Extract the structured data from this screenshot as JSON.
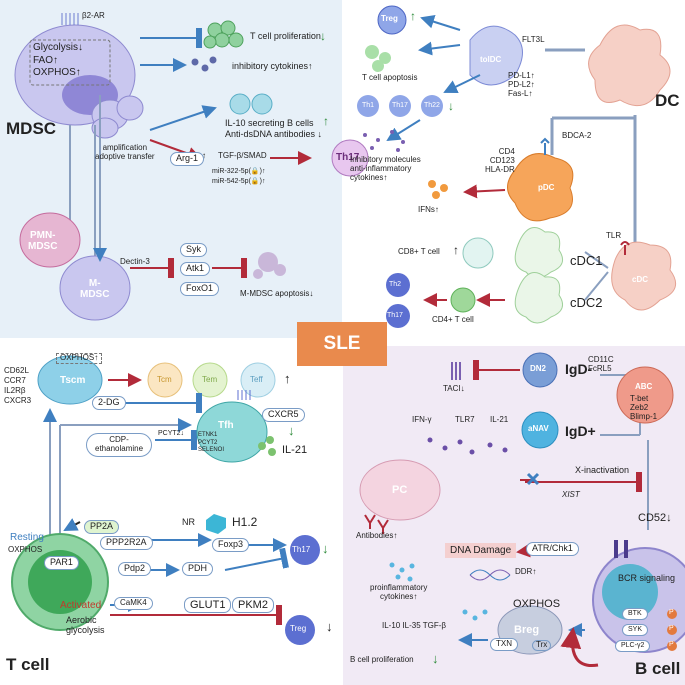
{
  "center": {
    "label": "SLE"
  },
  "mdsc": {
    "title": "MDSC",
    "receptor": "β2-AR",
    "metabolism": [
      "Glycolysis↓",
      "FAO↑",
      "OXPHOS↑"
    ],
    "t_prolif": "T cell proliferation",
    "inhib_cyto": "inhibitory cytokines↑",
    "amplification": "amplification\nadoptive transfer",
    "il10_bcells": "IL-10 secreting B cells",
    "anti_dsdna": "Anti-dsDNA antibodies ↓",
    "arg1": "Arg-1",
    "arg1_up": "↑",
    "tgf": "TGF-β/SMAD",
    "mir322": "miR-322-5p(🔒)↑",
    "mir542": "miR-542-5p(🔒)↑",
    "th17": "Th17",
    "pmn": "PMN-\nMDSC",
    "m": "M-\nMDSC",
    "dectin": "Dectin-3",
    "syk": "Syk",
    "atk1": "Atk1",
    "foxo1": "FoxO1",
    "apoptosis": "M-MDSC apoptosis↓"
  },
  "dc": {
    "title": "DC",
    "treg": "Treg",
    "toldc": "tolDC",
    "flt3l": "FLT3L",
    "pd": "PD-L1↑\nPD-L2↑\nFas-L↑",
    "tapop": "T cell apoptosis",
    "th1": "Th1",
    "th17": "Th17",
    "th22": "Th22",
    "inhibitory": "Inhibitory molecules\nanti-inflammatory\ncytokines↑",
    "bdca": "BDCA-2",
    "markers": "CD4\nCD123\nHLA-DR",
    "pdc": "pDC",
    "ifns": "IFNs↑",
    "cd8": "CD8+ T cell",
    "cdc1": "cDC1",
    "cdc2": "cDC2",
    "tlr": "TLR",
    "cdc": "cDC",
    "th2": "Th2",
    "th17b": "Th17",
    "cd4": "CD4+ T cell"
  },
  "tcell": {
    "title": "T cell",
    "surface": "CD62L\nCCR7\nIL2Rβ\nCXCR3",
    "oxphos": "OXPHOS↑",
    "tscm": "Tscm",
    "tcm": "Tcm",
    "tem": "Tem",
    "teff": "Teff",
    "dg": "2-DG",
    "cdp": "CDP-\nethanolamine",
    "pcyt2": "PCYT2↓",
    "tfh": "Tfh",
    "tfh_genes": [
      "ETNK1",
      "PCYT2",
      "SELENOI"
    ],
    "cxcr5": "CXCR5",
    "il21": "IL-21",
    "resting": "Resting",
    "oxphos2": "OXPHOS",
    "par1": "PAR1",
    "pp2a": "PP2A",
    "ppp2r2a": "PPP2R2A",
    "nr": "NR",
    "h12": "H1.2",
    "foxp3": "Foxp3",
    "th17": "Th17",
    "pdp2": "Pdp2",
    "pdh": "PDH",
    "activated": "Activated",
    "aerobic": "Aerobic\nglycolysis",
    "camk4": "CaMK4",
    "glut1": "GLUT1",
    "pkm2": "PKM2",
    "treg": "Treg"
  },
  "bcell": {
    "title": "B cell",
    "taci": "TACI↓",
    "dn2": "DN2",
    "igd_minus": "IgD-",
    "cd11c": "CD11C\nFcRL5",
    "abc": "ABC",
    "abc_genes": "T-bet\nZeb2\nBlimp-1",
    "ifng": "IFN-γ",
    "tlr7": "TLR7",
    "il21": "IL-21",
    "anav": "aNAV",
    "igd_plus": "IgD+",
    "xinact": "X-inactivation",
    "xist": "XIST",
    "pc": "PC",
    "antibodies": "Antibodies↑",
    "dnadamage": "DNA Damage",
    "atr": "ATR/Chk1",
    "ddr": "DDR↑",
    "cd52": "CD52↓",
    "proinf": "proinflammatory\ncytokines↑",
    "oxphos": "OXPHOS",
    "breg": "Breg",
    "txn": "TXN",
    "trx": "Trx",
    "cytokines": "IL-10 IL-35 TGF-β",
    "prolif": "B cell proliferation",
    "bcr": "BCR signaling",
    "btk": "BTK",
    "syk": "SYK",
    "plc": "PLC-γ2",
    "p": "P"
  },
  "colors": {
    "inhibit": "#b22b3a",
    "activate": "#3f7fc0",
    "up_green": "#2e8b3a"
  }
}
